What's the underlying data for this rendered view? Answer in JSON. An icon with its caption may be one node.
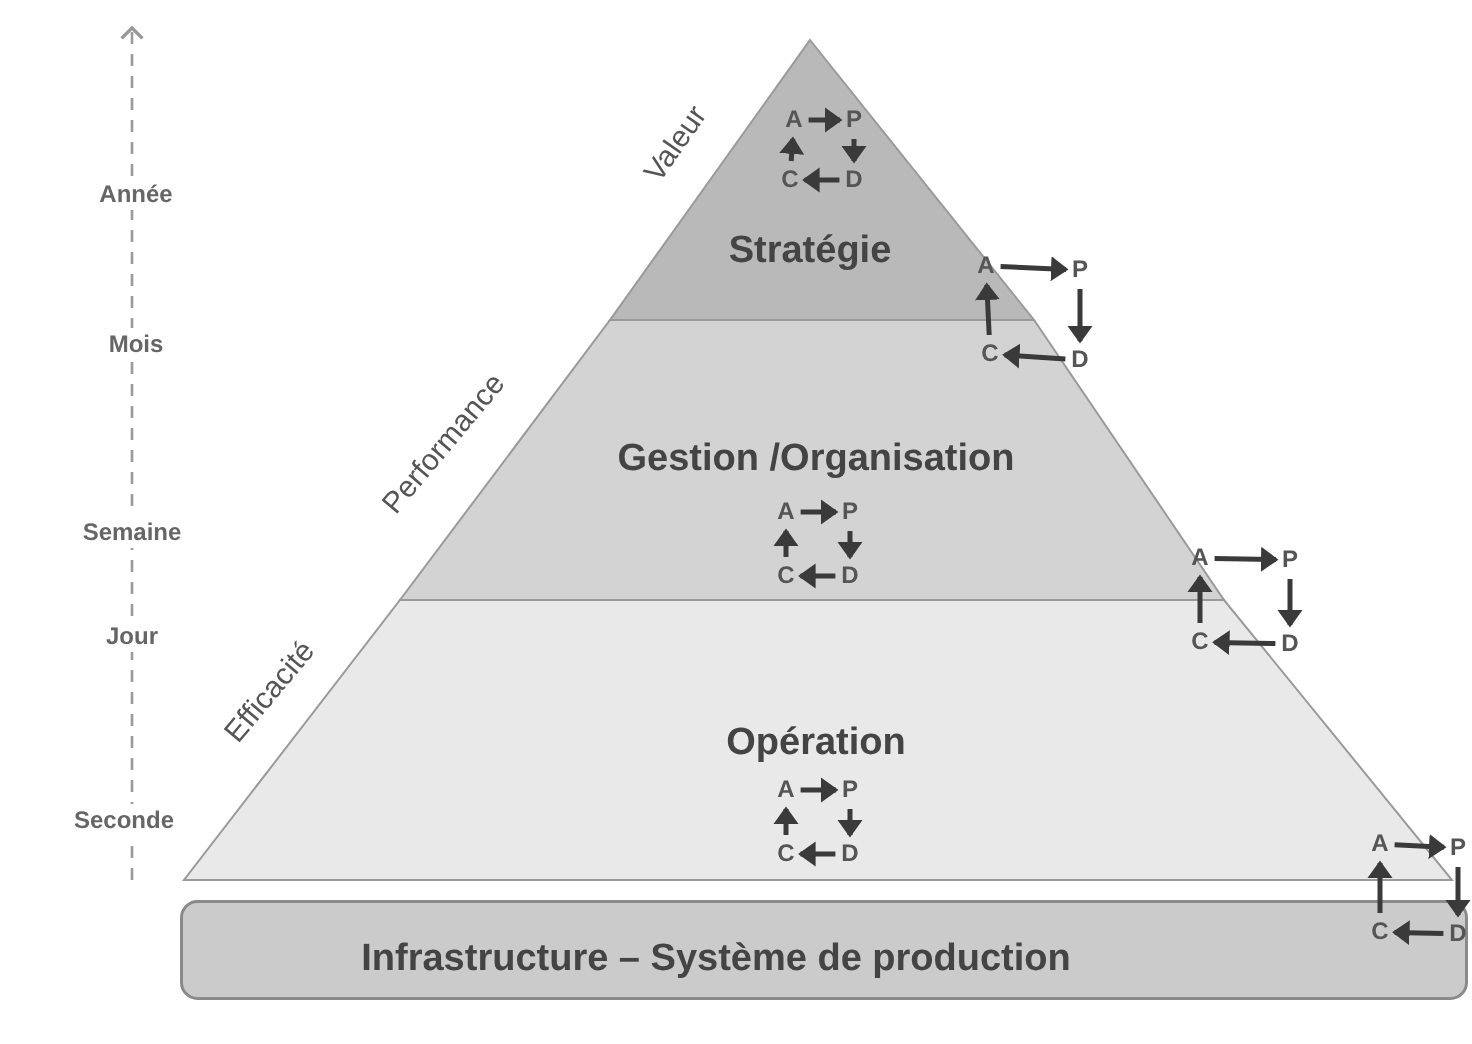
{
  "diagram": {
    "nodes": [
      {
        "text": [
          "Stratégie"
        ]
      },
      {
        "text": [
          "A"
        ],
        "in": 0
      },
      {
        "text": [
          "P"
        ],
        "in": 0
      },
      {
        "text": [
          "C"
        ],
        "in": 0
      },
      {
        "text": [
          "D"
        ],
        "in": 0
      },
      {
        "text": [
          "A"
        ],
        "in": 0
      },
      {
        "text": [
          "P"
        ]
      },
      {
        "text": [
          "C"
        ],
        "in": 9
      },
      {
        "text": [
          "D"
        ]
      },
      {
        "text": [
          "Gestion /Organisation"
        ]
      },
      {
        "text": [
          "A"
        ],
        "in": 9
      },
      {
        "text": [
          "P"
        ],
        "in": 9
      },
      {
        "text": [
          "C"
        ],
        "in": 9
      },
      {
        "text": [
          "D"
        ],
        "in": 9
      },
      {
        "text": [
          "A"
        ]
      },
      {
        "text": [
          "P"
        ]
      },
      {
        "text": [
          "C"
        ],
        "in": 18
      },
      {
        "text": [
          "D"
        ]
      },
      {
        "text": [
          "Opération"
        ]
      },
      {
        "text": [
          "A"
        ],
        "in": 18
      },
      {
        "text": [
          "P"
        ],
        "in": 18
      },
      {
        "text": [
          "C"
        ],
        "in": 18
      },
      {
        "text": [
          "D"
        ],
        "in": 18
      },
      {
        "text": [
          "A"
        ],
        "in": 18
      },
      {
        "text": [
          "P"
        ]
      },
      {
        "text": [
          "C"
        ],
        "in": 27
      },
      {
        "text": [
          "D"
        ],
        "in": 27
      },
      {
        "text": [
          "Infrastructure – Système de production"
        ]
      }
    ],
    "edges": [
      {
        "from": 1,
        "to": 2,
        "arrow": "to"
      },
      {
        "from": 2,
        "to": 4,
        "arrow": "to"
      },
      {
        "from": 4,
        "to": 3,
        "arrow": "to"
      },
      {
        "from": 3,
        "to": 1,
        "arrow": "to"
      },
      {
        "from": 5,
        "to": 6,
        "arrow": "to"
      },
      {
        "from": 6,
        "to": 8,
        "arrow": "to"
      },
      {
        "from": 8,
        "to": 7,
        "arrow": "to"
      },
      {
        "from": 7,
        "to": 5,
        "arrow": "to"
      },
      {
        "from": 10,
        "to": 11,
        "arrow": "to"
      },
      {
        "from": 11,
        "to": 13,
        "arrow": "to"
      },
      {
        "from": 13,
        "to": 12,
        "arrow": "to"
      },
      {
        "from": 12,
        "to": 10,
        "arrow": "to"
      },
      {
        "from": 14,
        "to": 15,
        "arrow": "to"
      },
      {
        "from": 15,
        "to": 17,
        "arrow": "to"
      },
      {
        "from": 17,
        "to": 16,
        "arrow": "to"
      },
      {
        "from": 16,
        "to": 14,
        "arrow": "to"
      },
      {
        "from": 19,
        "to": 20,
        "arrow": "to"
      },
      {
        "from": 20,
        "to": 22,
        "arrow": "to"
      },
      {
        "from": 22,
        "to": 21,
        "arrow": "to"
      },
      {
        "from": 21,
        "to": 19,
        "arrow": "to"
      },
      {
        "from": 23,
        "to": 24,
        "arrow": "to"
      },
      {
        "from": 24,
        "to": 26,
        "arrow": "to"
      },
      {
        "from": 26,
        "to": 25,
        "arrow": "to"
      },
      {
        "from": 25,
        "to": 23,
        "arrow": "to"
      }
    ],
    "labels": [
      "Valeur",
      "Année",
      "Mois",
      "Performance",
      "Semaine",
      "Jour",
      "Efficacité",
      "Seconde"
    ]
  }
}
